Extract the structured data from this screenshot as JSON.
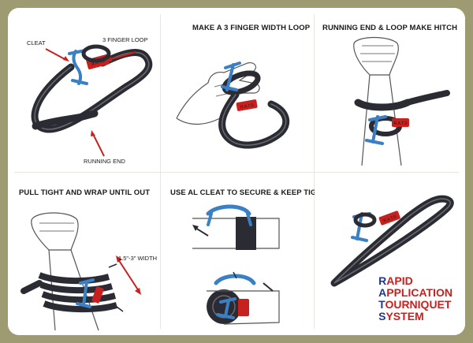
{
  "panels": {
    "p1": {
      "title": "",
      "labels": {
        "cleat": "CLEAT",
        "loop": "3 FINGER LOOP",
        "running_end": "RUNNING END"
      }
    },
    "p2": {
      "title": "MAKE A 3 FINGER WIDTH LOOP"
    },
    "p3": {
      "title": "RUNNING END & LOOP MAKE HITCH"
    },
    "p4": {
      "title": "PULL TIGHT AND WRAP UNTIL OUT",
      "labels": {
        "width": "1.5\"-3\" WIDTH"
      }
    },
    "p5": {
      "title": "USE AL CLEAT TO SECURE & KEEP TIGHT"
    },
    "p6": {
      "title": ""
    }
  },
  "strap_text": "R.A.T.S",
  "logo": {
    "line1_cap": "R",
    "line1_rest": "APID",
    "line2_cap": "A",
    "line2_rest": "PPLICATION",
    "line3_cap": "T",
    "line3_rest": "OURNIQUET",
    "line4_cap": "S",
    "line4_rest": "YSTEM"
  },
  "colors": {
    "frame": "#9e9a72",
    "strap": "#2b2b33",
    "cleat": "#3b7fc4",
    "tag": "#c8201e",
    "logo_red": "#c8201e",
    "logo_blue": "#1f3a8a"
  }
}
